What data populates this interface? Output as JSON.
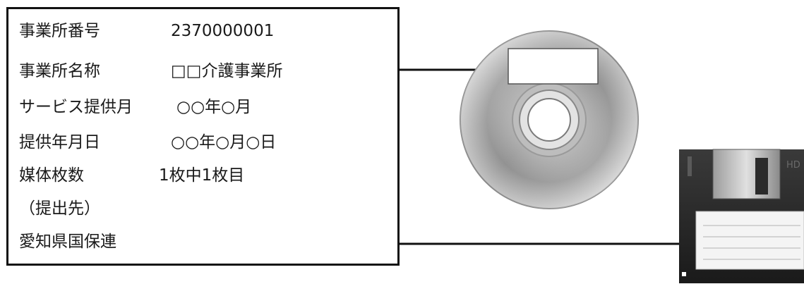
{
  "label": {
    "rows": [
      {
        "key": "事業所番号",
        "value": "2370000001"
      },
      {
        "key": "事業所名称",
        "value": "□□介護事業所"
      },
      {
        "key": "サービス提供月",
        "value": "○○年○月"
      },
      {
        "key": "提供年月日",
        "value": "○○年○月○日"
      },
      {
        "key": "媒体枚数",
        "value": "1枚中1枚目"
      },
      {
        "key": "（提出先）",
        "value": ""
      },
      {
        "key": "愛知県国保連",
        "value": ""
      }
    ]
  },
  "floppy": {
    "hd_mark": "HD"
  },
  "colors": {
    "line": "#111111",
    "disc_dark": "#6f6f6f",
    "disc_light": "#e6e6e6"
  }
}
